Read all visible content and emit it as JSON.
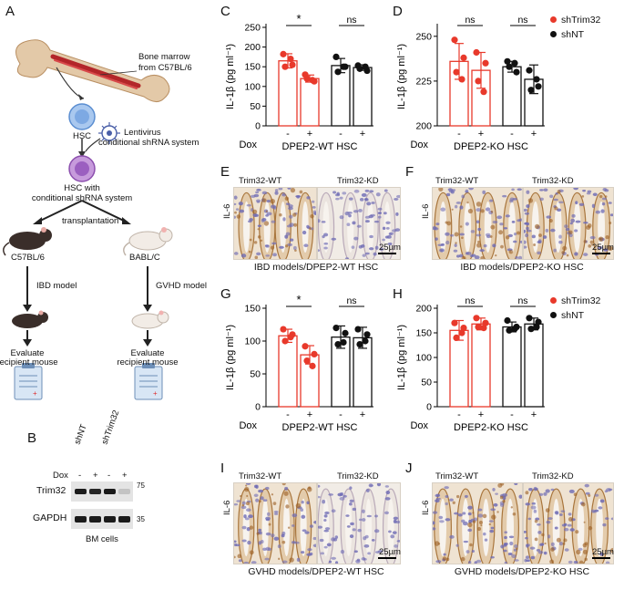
{
  "panel_letters": {
    "a": "A",
    "b": "B",
    "c": "C",
    "d": "D",
    "e": "E",
    "f": "F",
    "g": "G",
    "h": "H",
    "i": "I",
    "j": "J"
  },
  "schematic": {
    "bone_marrow_label": "Bone marrow",
    "bone_marrow_source": "from C57BL/6",
    "hsc_label": "HSC",
    "lentivirus_label": "Lentivirus",
    "lentivirus_sub": "conditional shRNA system",
    "hsc_with_label": "HSC with",
    "hsc_with_sub": "conditional shRNA system",
    "transplantation_label": "transplantation",
    "left_mouse": "C57BL/6",
    "right_mouse": "BABL/C",
    "left_model": "IBD model",
    "right_model": "GVHD model",
    "evaluate_1": "Evaluate",
    "evaluate_2": "recipient mouse"
  },
  "western_blot": {
    "col_shnt": "shNT",
    "col_shtrim32": "shTrim32",
    "dox_label": "Dox",
    "dox_signs": [
      "-",
      "+",
      "-",
      "+"
    ],
    "row_trim32": "Trim32",
    "row_gapdh": "GAPDH",
    "marker_75": "75",
    "marker_35": "35",
    "caption": "BM cells",
    "trim32_intensity": [
      0.95,
      0.9,
      0.95,
      0.25
    ],
    "gapdh_intensity": [
      0.95,
      0.95,
      0.95,
      0.95
    ]
  },
  "legend": {
    "shtrim32": "shTrim32",
    "shnt": "shNT",
    "shtrim32_color": "#e8392b",
    "shnt_color": "#111111"
  },
  "micrographs": {
    "e": {
      "wt": "Trim32-WT",
      "kd": "Trim32-KD",
      "stain": "IL-6",
      "scale": "25µm",
      "caption": "IBD models/DPEP2-WT HSC"
    },
    "f": {
      "wt": "Trim32-WT",
      "kd": "Trim32-KD",
      "stain": "IL-6",
      "scale": "25µm",
      "caption": "IBD models/DPEP2-KO HSC"
    },
    "i": {
      "wt": "Trim32-WT",
      "kd": "Trim32-KD",
      "stain": "IL-6",
      "scale": "25µm",
      "caption": "GVHD models/DPEP2-WT HSC"
    },
    "j": {
      "wt": "Trim32-WT",
      "kd": "Trim32-KD",
      "stain": "IL-6",
      "scale": "25µm",
      "caption": "GVHD models/DPEP2-KO HSC"
    }
  },
  "chart_data": [
    {
      "id": "C",
      "type": "bar",
      "ylabel": "IL-1β (pg ml⁻¹)",
      "xlabel": "DPEP2-WT HSC",
      "dox_label": "Dox",
      "ylim": [
        0,
        250
      ],
      "yticks": [
        0,
        50,
        100,
        150,
        200,
        250
      ],
      "categories": [
        "-",
        "+",
        "-",
        "+"
      ],
      "groups": [
        "shTrim32",
        "shTrim32",
        "shNT",
        "shNT"
      ],
      "values": [
        165,
        120,
        153,
        148
      ],
      "errors": [
        18,
        9,
        18,
        7
      ],
      "points": [
        [
          182,
          155,
          150,
          170
        ],
        [
          130,
          113,
          120,
          116
        ],
        [
          175,
          150,
          137,
          150
        ],
        [
          153,
          140,
          145,
          150
        ]
      ],
      "significance": [
        {
          "from": 0,
          "to": 1,
          "label": "*"
        },
        {
          "from": 2,
          "to": 3,
          "label": "ns"
        }
      ]
    },
    {
      "id": "D",
      "type": "bar",
      "ylabel": "IL-1β (pg ml⁻¹)",
      "xlabel": "DPEP2-KO HSC",
      "dox_label": "Dox",
      "ylim": [
        200,
        255
      ],
      "yticks": [
        200,
        225,
        250
      ],
      "categories": [
        "-",
        "+",
        "-",
        "+"
      ],
      "groups": [
        "shTrim32",
        "shTrim32",
        "shNT",
        "shNT"
      ],
      "values": [
        236,
        231,
        233,
        226
      ],
      "errors": [
        10,
        10,
        3,
        8
      ],
      "points": [
        [
          248,
          238,
          230,
          226
        ],
        [
          241,
          235,
          225,
          219
        ],
        [
          236,
          230,
          233,
          235
        ],
        [
          231,
          222,
          220,
          226
        ]
      ],
      "significance": [
        {
          "from": 0,
          "to": 1,
          "label": "ns"
        },
        {
          "from": 2,
          "to": 3,
          "label": "ns"
        }
      ]
    },
    {
      "id": "G",
      "type": "bar",
      "ylabel": "IL-1β (pg ml⁻¹)",
      "xlabel": "DPEP2-WT HSC",
      "dox_label": "Dox",
      "ylim": [
        0,
        150
      ],
      "yticks": [
        0,
        50,
        100,
        150
      ],
      "categories": [
        "-",
        "+",
        "-",
        "+"
      ],
      "groups": [
        "shTrim32",
        "shTrim32",
        "shNT",
        "shNT"
      ],
      "values": [
        108,
        79,
        106,
        105
      ],
      "errors": [
        10,
        14,
        17,
        16
      ],
      "points": [
        [
          118,
          110,
          100,
          106
        ],
        [
          92,
          80,
          70,
          62
        ],
        [
          120,
          112,
          95,
          98
        ],
        [
          118,
          110,
          95,
          100
        ]
      ],
      "significance": [
        {
          "from": 0,
          "to": 1,
          "label": "*"
        },
        {
          "from": 2,
          "to": 3,
          "label": "ns"
        }
      ]
    },
    {
      "id": "H",
      "type": "bar",
      "ylabel": "IL-1β (pg ml⁻¹)",
      "xlabel": "DPEP2-KO HSC",
      "dox_label": "Dox",
      "ylim": [
        0,
        200
      ],
      "yticks": [
        0,
        50,
        100,
        150,
        200
      ],
      "categories": [
        "-",
        "+",
        "-",
        "+"
      ],
      "groups": [
        "shTrim32",
        "shTrim32",
        "shNT",
        "shNT"
      ],
      "values": [
        155,
        168,
        162,
        168
      ],
      "errors": [
        20,
        12,
        10,
        12
      ],
      "points": [
        [
          170,
          160,
          140,
          150
        ],
        [
          180,
          170,
          162,
          160
        ],
        [
          175,
          162,
          155,
          158
        ],
        [
          180,
          172,
          158,
          162
        ]
      ],
      "significance": [
        {
          "from": 0,
          "to": 1,
          "label": "ns"
        },
        {
          "from": 2,
          "to": 3,
          "label": "ns"
        }
      ]
    }
  ]
}
